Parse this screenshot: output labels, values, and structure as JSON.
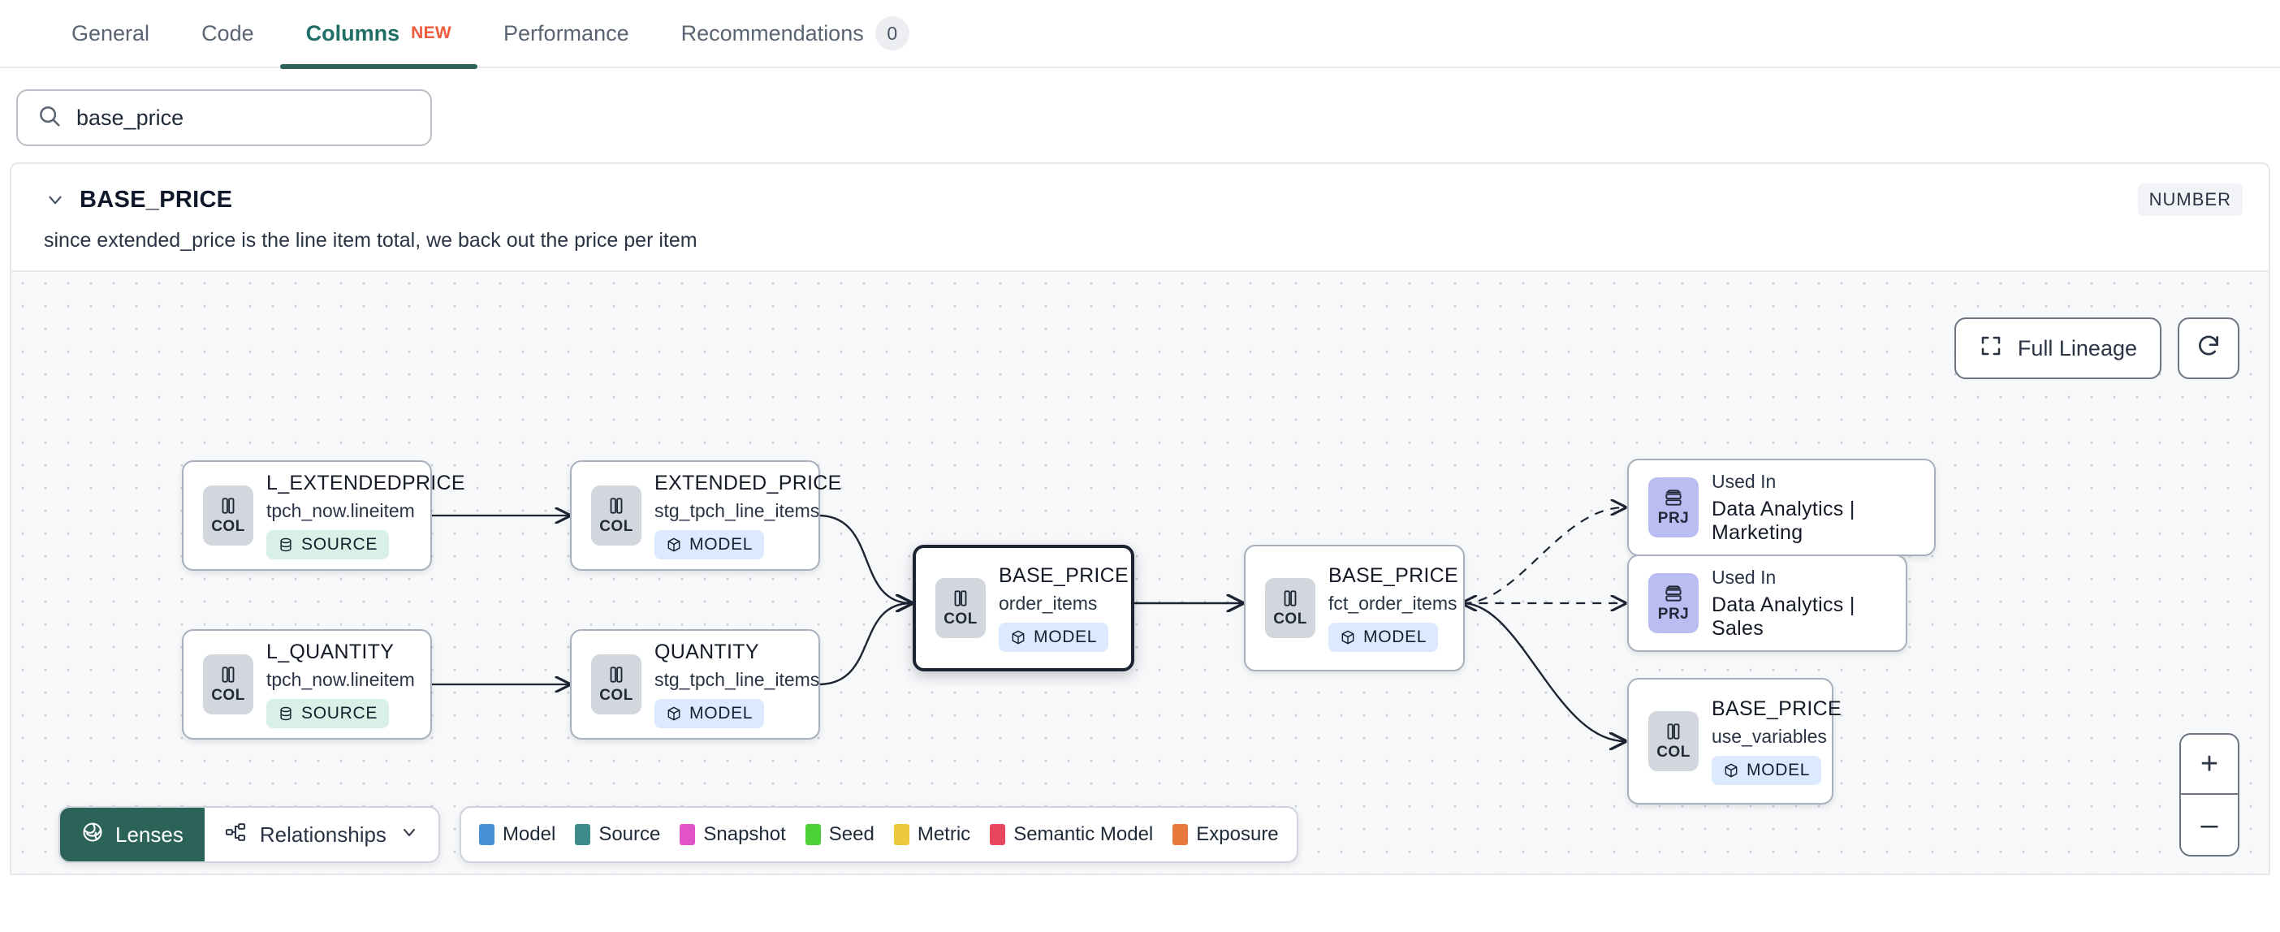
{
  "tabs": [
    {
      "label": "General",
      "active": false
    },
    {
      "label": "Code",
      "active": false
    },
    {
      "label": "Columns",
      "active": true,
      "badge": "NEW"
    },
    {
      "label": "Performance",
      "active": false
    },
    {
      "label": "Recommendations",
      "active": false,
      "count": "0"
    }
  ],
  "search": {
    "value": "base_price",
    "placeholder": "base_price",
    "icon": "search-icon"
  },
  "column": {
    "name": "BASE_PRICE",
    "type_badge": "NUMBER",
    "description": "since extended_price is the line item total, we back out the price per item",
    "chevron_icon": "chevron-down-icon"
  },
  "graph": {
    "controls": {
      "full_lineage_label": "Full Lineage",
      "full_lineage_icon": "expand-icon",
      "refresh_icon": "refresh-icon",
      "zoom_in_label": "+",
      "zoom_out_label": "–"
    },
    "nodes": [
      {
        "id": "l_extendedprice",
        "badge": "COL",
        "badge_kind": "col",
        "title": "L_EXTENDEDPRICE",
        "subtitle": "tpch_now.lineitem",
        "kind": "SOURCE",
        "kind_class": "source",
        "kind_icon": "database-icon",
        "focused": false
      },
      {
        "id": "l_quantity",
        "badge": "COL",
        "badge_kind": "col",
        "title": "L_QUANTITY",
        "subtitle": "tpch_now.lineitem",
        "kind": "SOURCE",
        "kind_class": "source",
        "kind_icon": "database-icon",
        "focused": false
      },
      {
        "id": "extended_price",
        "badge": "COL",
        "badge_kind": "col",
        "title": "EXTENDED_PRICE",
        "subtitle": "stg_tpch_line_items",
        "kind": "MODEL",
        "kind_class": "model",
        "kind_icon": "cube-icon",
        "focused": false
      },
      {
        "id": "quantity",
        "badge": "COL",
        "badge_kind": "col",
        "title": "QUANTITY",
        "subtitle": "stg_tpch_line_items",
        "kind": "MODEL",
        "kind_class": "model",
        "kind_icon": "cube-icon",
        "focused": false
      },
      {
        "id": "base_price_order_items",
        "badge": "COL",
        "badge_kind": "col",
        "title": "BASE_PRICE",
        "subtitle": "order_items",
        "kind": "MODEL",
        "kind_class": "model",
        "kind_icon": "cube-icon",
        "focused": true
      },
      {
        "id": "base_price_fct",
        "badge": "COL",
        "badge_kind": "col",
        "title": "BASE_PRICE",
        "subtitle": "fct_order_items",
        "kind": "MODEL",
        "kind_class": "model",
        "kind_icon": "cube-icon",
        "focused": false
      },
      {
        "id": "base_price_use_variables",
        "badge": "COL",
        "badge_kind": "col",
        "title": "BASE_PRICE",
        "subtitle": "use_variables",
        "kind": "MODEL",
        "kind_class": "model",
        "kind_icon": "cube-icon",
        "focused": false
      },
      {
        "id": "prj_marketing",
        "badge": "PRJ",
        "badge_kind": "prj",
        "title": "Used In",
        "subtitle": "Data Analytics | Marketing",
        "kind": null,
        "focused": false
      },
      {
        "id": "prj_sales",
        "badge": "PRJ",
        "badge_kind": "prj",
        "title": "Used In",
        "subtitle": "Data Analytics | Sales",
        "kind": null,
        "focused": false
      }
    ]
  },
  "bottom": {
    "lenses_label": "Lenses",
    "lenses_icon": "aperture-icon",
    "relationships_label": "Relationships",
    "relationships_icon": "node-graph-icon",
    "relationships_chevron": "chevron-down-icon",
    "legend": [
      {
        "label": "Model",
        "color": "#4a90d9"
      },
      {
        "label": "Source",
        "color": "#3d8b8b"
      },
      {
        "label": "Snapshot",
        "color": "#e252c8"
      },
      {
        "label": "Seed",
        "color": "#4cd137"
      },
      {
        "label": "Metric",
        "color": "#eec83c"
      },
      {
        "label": "Semantic Model",
        "color": "#e8465e"
      },
      {
        "label": "Exposure",
        "color": "#e8783c"
      }
    ]
  }
}
